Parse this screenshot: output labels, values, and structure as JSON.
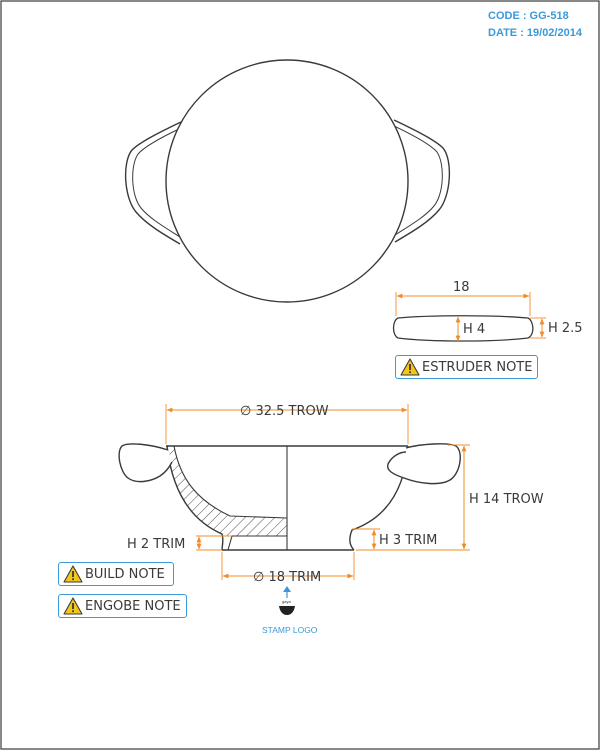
{
  "meta": {
    "code_line": "CODE : GG-518",
    "date_line": "DATE : 19/02/2014"
  },
  "handle_detail": {
    "length_label": "18",
    "height_label": "H 4",
    "edge_height_label": "H 2.5"
  },
  "section_view": {
    "diameter_label": "∅ 32.5 TROW",
    "height_label": "H 14 TROW",
    "foot_height_label": "H 3 TRIM",
    "inner_foot_height_label": "H 2 TRIM",
    "foot_diameter_label": "∅ 18 TRIM"
  },
  "stamp": {
    "logo_text": "gaya",
    "label": "STAMP LOGO"
  },
  "notes": [
    {
      "label": "ESTRUDER NOTE",
      "icon": "warning-icon"
    },
    {
      "label": "BUILD NOTE",
      "icon": "warning-icon"
    },
    {
      "label": "ENGOBE NOTE",
      "icon": "warning-icon"
    }
  ],
  "colors": {
    "line": "#3a3a3a",
    "dimension": "#f28c28",
    "accent": "#3a9ad9",
    "warning": "#f5c518"
  }
}
